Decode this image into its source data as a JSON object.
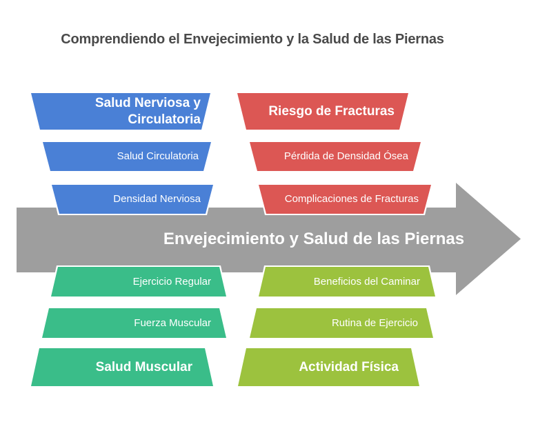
{
  "title": "Comprendiendo el Envejecimiento y la Salud de las Piernas",
  "arrow": {
    "label": "Envejecimiento y Salud de las Piernas"
  },
  "groups": [
    {
      "id": "salud-nerviosa-circulatoria",
      "position": "top-left",
      "color_name": "blue",
      "header": "Salud Nerviosa y Circulatoria",
      "items": [
        "Salud Circulatoria",
        "Densidad Nerviosa"
      ]
    },
    {
      "id": "riesgo-de-fracturas",
      "position": "top-right",
      "color_name": "red",
      "header": "Riesgo de Fracturas",
      "items": [
        "Pérdida de Densidad Ósea",
        "Complicaciones de Fracturas"
      ]
    },
    {
      "id": "salud-muscular",
      "position": "bottom-left",
      "color_name": "green",
      "header": "Salud Muscular",
      "items": [
        "Ejercicio Regular",
        "Fuerza Muscular"
      ]
    },
    {
      "id": "actividad-fisica",
      "position": "bottom-right",
      "color_name": "lime",
      "header": "Actividad Física",
      "items": [
        "Beneficios del Caminar",
        "Rutina de Ejercicio"
      ]
    }
  ],
  "colors": {
    "blue": "#4a80d6",
    "red": "#dc5754",
    "green": "#3abd89",
    "lime": "#9cc23e",
    "arrow": "#9e9e9e",
    "title_text": "#4a4a4a",
    "box_text": "#ffffff",
    "box_border": "#ffffff"
  }
}
